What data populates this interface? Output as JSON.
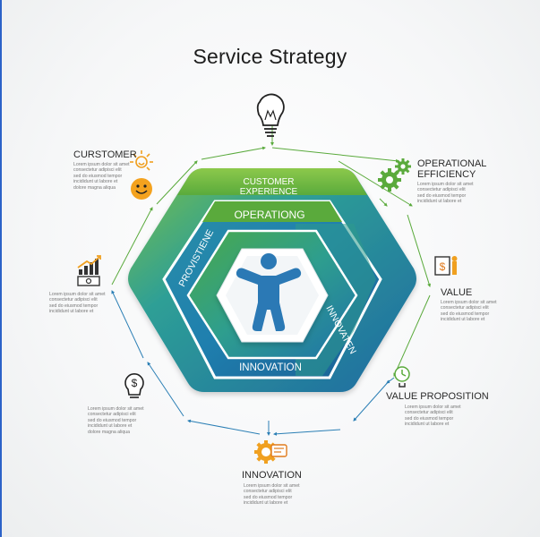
{
  "title": "Service Strategy",
  "hexagon": {
    "outer_label": "CUSTOMER EXPERIENCE",
    "outer_line1": "CUSTOMER",
    "outer_line2": "EXPERIENCE",
    "middle_top": "OPERATIONG",
    "middle_left": "PROVISTIENE",
    "middle_right": "INNOVATEN",
    "middle_bottom": "INNOVATION"
  },
  "satellites": {
    "customer": {
      "label": "CURSTOMER",
      "body": "Lorem ipsum dolor sit amet\nconsectetur adipisci elit\nsed do eiusmod tempor\nincididunt ut labore et\ndolore magna aliqua"
    },
    "operational_efficiency": {
      "line1": "OPERATIONAL",
      "line2": "EFFICIENCY",
      "body": "Lorem ipsum dolor sit amet\nconsectetur adipisci elit\nsed do eiusmod tempor\nincididunt ut labore et"
    },
    "value": {
      "label": "VALUE",
      "body": "Lorem ipsum dolor sit amet\nconsectetur adipisci elit\nsed do eiusmod tempor\nincididunt ut labore et"
    },
    "value_proposition": {
      "label": "VALUE PROPOSITION",
      "body": "Lorem ipsum dolor sit amet\nconsectetur adipisci elit\nsed do eiusmod tempor\nincididunt ut labore et"
    },
    "innovation": {
      "label": "INNOVATION",
      "body": "Lorem ipsum dolor sit amet\nconsectetur adipisci elit\nsed do eiusmod tempor\nincididunt ut labore et"
    },
    "finance": {
      "body": "Lorem ipsum dolor sit amet\nconsectetur adipisci elit\nsed do eiusmod tempor\nincididunt ut labore et\ndolore magna aliqua"
    },
    "growth": {
      "body": "Lorem ipsum dolor sit amet\nconsectetur adipisci elit\nsed do eiusmod tempor\nincididunt ut labore et"
    }
  },
  "icons": {
    "top": "lightbulb-icon",
    "customer": "sun-icon",
    "customer_face": "smiley-face-icon",
    "operational_efficiency": "gears-icon",
    "value": "document-dollar-icon",
    "value_proposition": "clock-icon",
    "innovation": "gear-card-icon",
    "finance": "dollar-bulb-icon",
    "growth": "bar-chart-growth-icon",
    "center": "person-icon"
  },
  "colors": {
    "green": "#5aaa3c",
    "teal": "#2a9a9a",
    "blue": "#1f6fa6",
    "dark_blue": "#1a5a8c",
    "orange": "#f0a020"
  }
}
